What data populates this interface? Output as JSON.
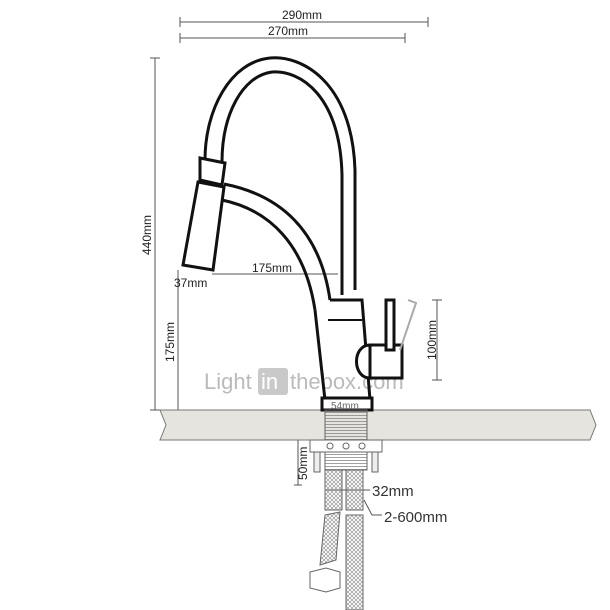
{
  "watermark": {
    "prefix": "Light",
    "boxed": "in",
    "suffix": "thebox.com"
  },
  "dimensions": {
    "overall_reach": "290mm",
    "spout_reach": "270mm",
    "total_height": "440mm",
    "spout_projection": "175mm",
    "spray_head": "37mm",
    "spout_height": "175mm",
    "handle_height": "100mm",
    "base_diameter": "54mm",
    "shank_length": "50mm",
    "hole_diameter": "32mm",
    "hose_length": "2-600mm"
  },
  "colors": {
    "line": "#111111",
    "dim_line": "#555555",
    "countertop": "#e6e4de",
    "watermark": "#bbbbbb"
  }
}
